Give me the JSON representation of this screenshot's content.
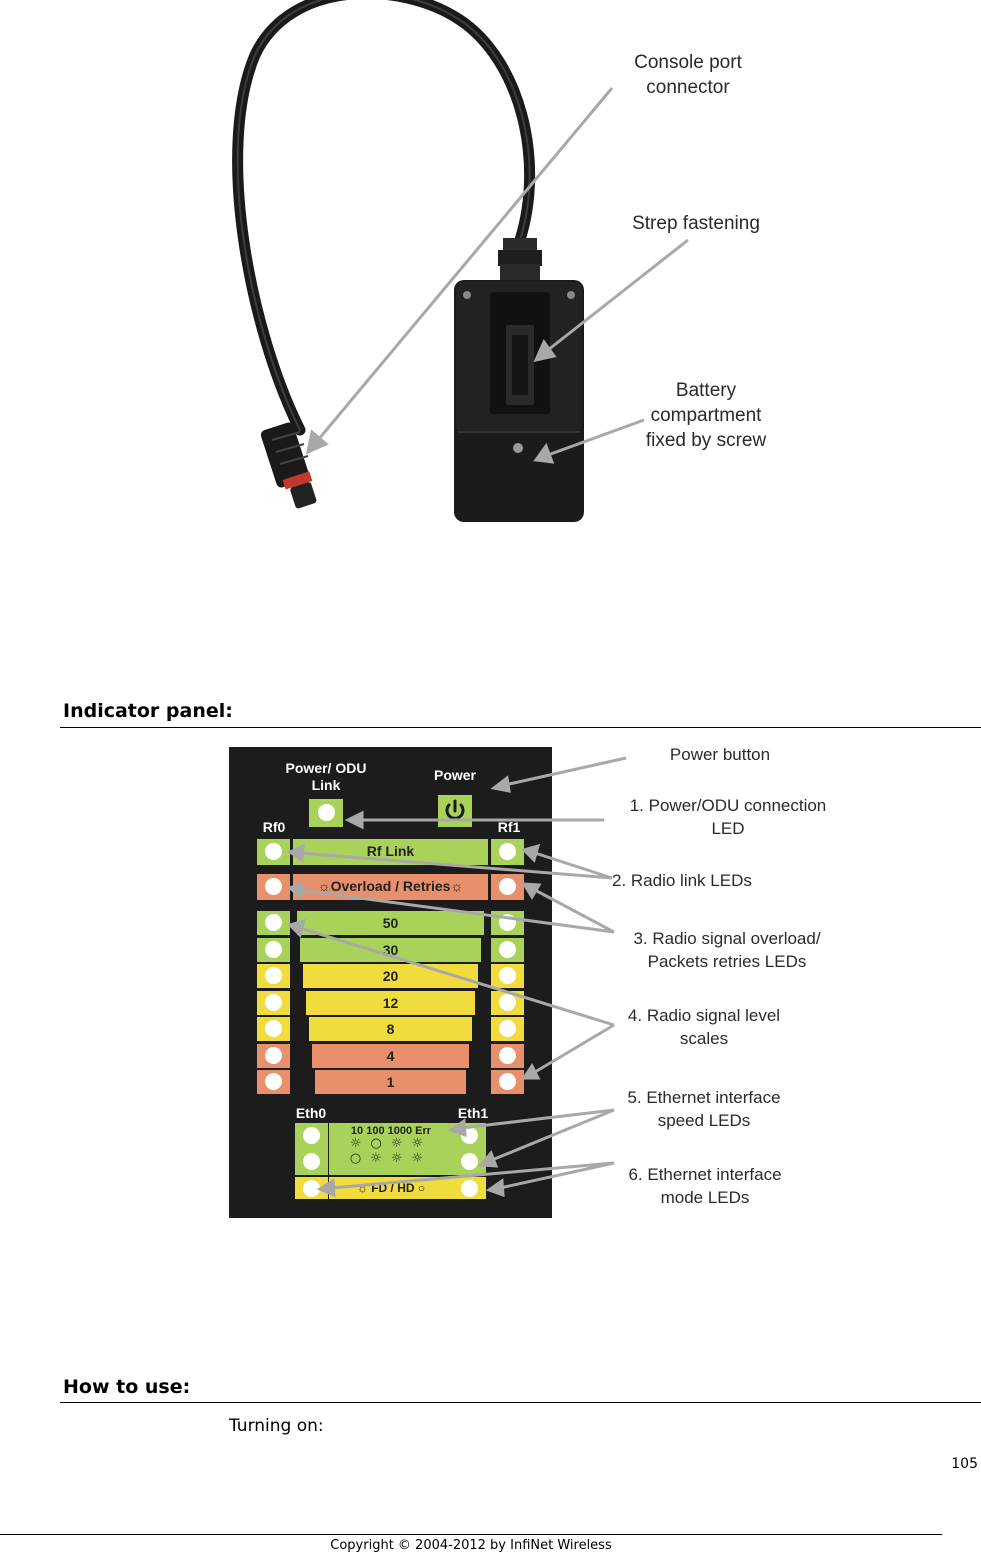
{
  "photo_callouts": {
    "console": "Console port connector",
    "strap": "Strep fastening",
    "battery": "Battery compartment fixed by screw"
  },
  "sections": {
    "indicator_title": "Indicator panel:",
    "howto_title": "How to use:",
    "turning_on": "Turning on:"
  },
  "panel": {
    "power_odu": "Power/ ODU Link",
    "power": "Power",
    "rf0": "Rf0",
    "rf1": "Rf1",
    "rf_link": "Rf Link",
    "overload": "Overload / Retries",
    "scale": [
      "50",
      "30",
      "20",
      "12",
      "8",
      "4",
      "1"
    ],
    "eth0": "Eth0",
    "eth1": "Eth1",
    "speed_labels": "10 100 1000 Err",
    "fd_hd": "FD / HD"
  },
  "panel_callouts": {
    "power_button": "Power button",
    "c1": "1. Power/ODU connection LED",
    "c2": "2. Radio link LEDs",
    "c3": "3. Radio signal overload/ Packets retries LEDs",
    "c4": "4. Radio signal level scales",
    "c5": "5. Ethernet interface speed LEDs",
    "c6": "6. Ethernet interface mode LEDs"
  },
  "footer": {
    "page_number": "105",
    "copyright": "Copyright © 2004-2012 by InfiNet Wireless"
  },
  "colors": {
    "green": "#a9d25b",
    "yellow": "#f0dc3c",
    "salmon": "#e8906c",
    "panel_bg": "#1c1c1c",
    "device": "#1b1b1b"
  }
}
